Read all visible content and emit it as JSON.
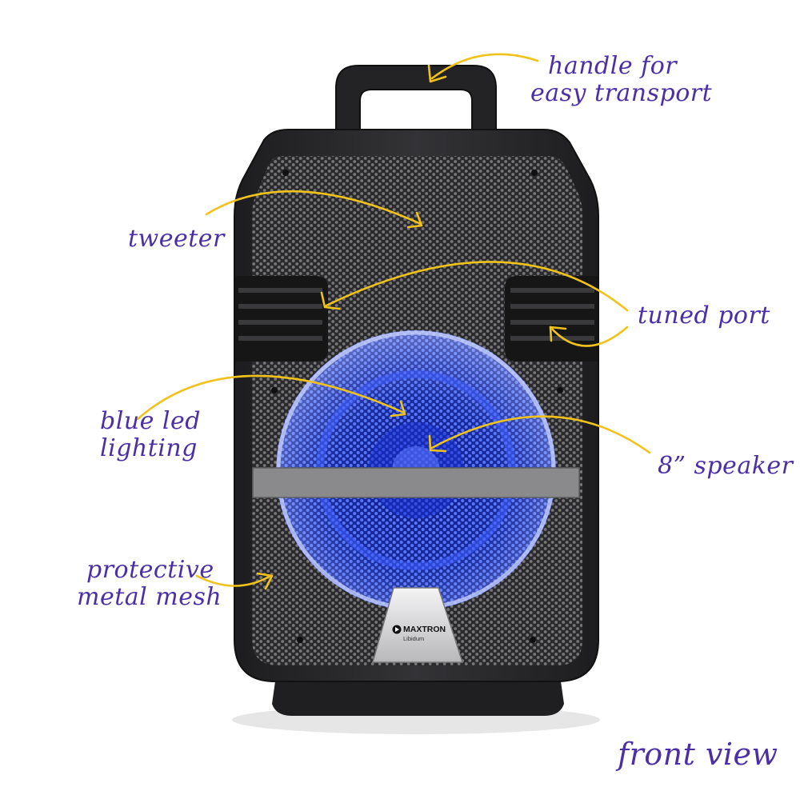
{
  "colors": {
    "annotation_text": "#4b2fa8",
    "arrow": "#f0c21a",
    "cabinet": "#2b2b2d",
    "mesh": "#6a6a6e",
    "led_blue": "#2f4fe6",
    "grille_bar": "#8a8a8d"
  },
  "product": {
    "brand": "MAXTRON",
    "model": "Libidum"
  },
  "annotations": {
    "handle": {
      "line1": "handle for",
      "line2": "easy transport",
      "icon": "arrow-icon"
    },
    "tweeter": {
      "line1": "tweeter",
      "icon": "arrow-icon"
    },
    "tuned_port": {
      "line1": "tuned port",
      "icon": "arrow-icon"
    },
    "blue_led": {
      "line1": "blue led",
      "line2": "lighting",
      "icon": "arrow-icon"
    },
    "speaker": {
      "line1": "8” speaker",
      "icon": "arrow-icon"
    },
    "mesh": {
      "line1": "protective",
      "line2": "metal mesh",
      "icon": "arrow-icon"
    }
  },
  "caption": "front view"
}
